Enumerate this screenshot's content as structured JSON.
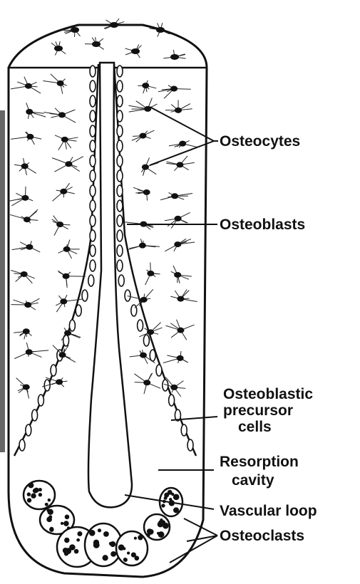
{
  "labels": {
    "osteocytes": "Osteocytes",
    "osteoblasts": "Osteoblasts",
    "osteoblastic_line1": "Osteoblastic",
    "osteoblastic_line2": "precursor",
    "osteoblastic_line3": "cells",
    "resorption_line1": "Resorption",
    "resorption_line2": "cavity",
    "vascular_loop": "Vascular loop",
    "osteoclasts": "Osteoclasts"
  },
  "colors": {
    "ink": "#111111",
    "paper": "#ffffff",
    "scale_bar": "#555555"
  }
}
